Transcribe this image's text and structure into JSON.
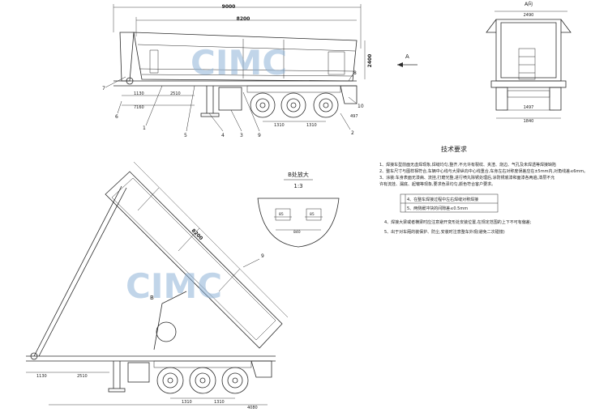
{
  "top_view": {
    "dim_overall": "9000",
    "dim_body": "8200",
    "dim_height": "2400",
    "dim_front": "1130",
    "dim_kingpin": "7160",
    "dim_support": "2510",
    "dim_axle1": "1310",
    "dim_axle2": "1310",
    "dim_rear": "497",
    "view_arrow": "A"
  },
  "part_numbers": [
    "7",
    "6",
    "1",
    "5",
    "4",
    "3",
    "9",
    "8",
    "10",
    "2"
  ],
  "a_view": {
    "title": "A向",
    "dim_width": "2490",
    "dim_track": "1497",
    "dim_wheel": "1840"
  },
  "tech": {
    "title": "技术要求",
    "lines": [
      "1、焊接车型前面无虚焊现象,焊缝均匀,整齐,不允许有裂纹、夹渣、烧边、气孔及未焊透等焊接缺陷",
      "2、整车尺寸与图样相符合,车辆中心线与大梁纵向中心线重合,车身左右对称度误差应在±5mm内,对角线差≤6mm。",
      "3、涂装:车身表面无漆病、流挂,打磨光整,进行喷丸除锈处理后,涂防锈底漆和面漆各两遍,漆层不允",
      "   许有流挂、漏底、起皱等现象,要求色泽均匀,颜色符合客户要求。"
    ],
    "table": [
      "4、在整车焊接过程中左右焊缝对称焊接",
      "5、两侧缓冲块的间隙差≤0.5mm"
    ],
    "lines2": [
      "4、焊接大梁或者横梁时应注意避开变形处安装位置,在规定范围的上下不可有偏差;",
      "5、出于对车厢的装保护、防尘,安装时注意整车外观(避免二次碰撞)"
    ]
  },
  "b_detail": {
    "title": "B处放大",
    "scale": "1:3",
    "dim_a": "85",
    "dim_b": "85",
    "dim_c": "840"
  },
  "side_view": {
    "dim_length": "8200",
    "part": "9",
    "label_b": "B",
    "dim_front": "1130",
    "dim_support": "2510",
    "dim_axle1": "1310",
    "dim_axle2": "1310",
    "dim_total": "4080"
  },
  "watermark": "CIMC",
  "colors": {
    "line": "#2a2a2a",
    "watermark": "#8fb4d8"
  }
}
